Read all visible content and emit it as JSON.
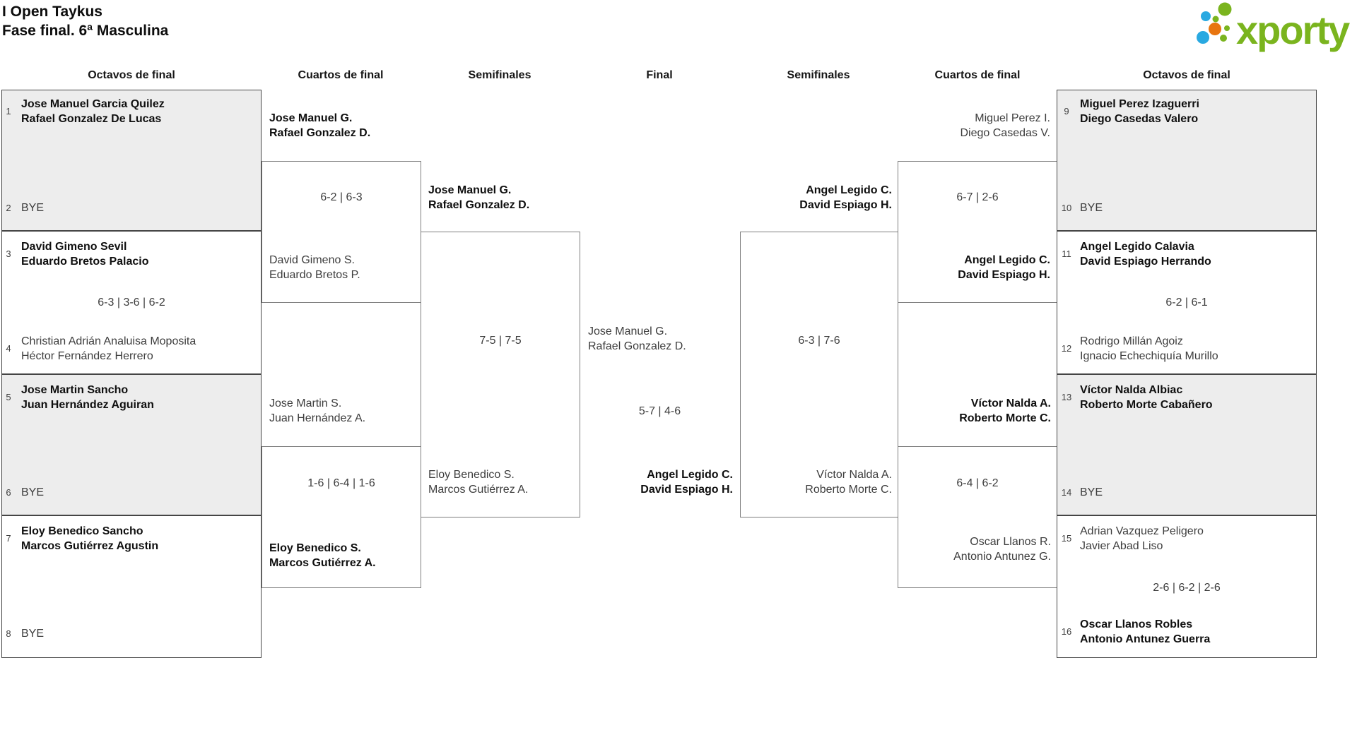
{
  "title": {
    "line1": "I Open Taykus",
    "line2": "Fase final. 6ª Masculina"
  },
  "logo": {
    "text": "xporty",
    "green": "#7AB41E",
    "blue": "#29A9E1",
    "orange": "#E8750F"
  },
  "headers": {
    "r16_left": "Octavos de final",
    "qf_left": "Cuartos de final",
    "sf_left": "Semifinales",
    "final": "Final",
    "sf_right": "Semifinales",
    "qf_right": "Cuartos de final",
    "r16_right": "Octavos de final"
  },
  "r16_left": [
    {
      "seed_top": "1",
      "top1": "Jose Manuel Garcia Quilez",
      "top2": "Rafael Gonzalez De Lucas",
      "seed_bottom": "2",
      "bottom1": "BYE"
    },
    {
      "seed_top": "3",
      "top1": "David Gimeno Sevil",
      "top2": "Eduardo Bretos Palacio",
      "score": "6-3 | 3-6 | 6-2",
      "seed_bottom": "4",
      "bottom1": "Christian Adrián Analuisa Moposita",
      "bottom2": "Héctor Fernández Herrero"
    },
    {
      "seed_top": "5",
      "top1": "Jose Martin Sancho",
      "top2": "Juan Hernández Aguiran",
      "seed_bottom": "6",
      "bottom1": "BYE"
    },
    {
      "seed_top": "7",
      "top1": "Eloy Benedico Sancho",
      "top2": "Marcos Gutiérrez Agustin",
      "seed_bottom": "8",
      "bottom1": "BYE"
    }
  ],
  "qf_left": [
    {
      "top1": "Jose Manuel G.",
      "top2": "Rafael Gonzalez D.",
      "score": "6-2 | 6-3",
      "bottom1": "David Gimeno S.",
      "bottom2": "Eduardo Bretos P."
    },
    {
      "top1": "Jose Martin S.",
      "top2": "Juan Hernández A.",
      "score": "1-6 | 6-4 | 1-6",
      "bottom1": "Eloy Benedico S.",
      "bottom2": "Marcos Gutiérrez A."
    }
  ],
  "sf_left": {
    "top1": "Jose Manuel G.",
    "top2": "Rafael Gonzalez D.",
    "score": "7-5 | 7-5",
    "bottom1": "Eloy Benedico S.",
    "bottom2": "Marcos Gutiérrez A."
  },
  "final": {
    "top1": "Jose Manuel G.",
    "top2": "Rafael Gonzalez D.",
    "score": "5-7 | 4-6",
    "bottom1": "Angel Legido C.",
    "bottom2": "David Espiago H."
  },
  "sf_right": {
    "top1": "Angel Legido C.",
    "top2": "David Espiago H.",
    "score": "6-3 | 7-6",
    "bottom1": "Víctor Nalda A.",
    "bottom2": "Roberto Morte C."
  },
  "qf_right": [
    {
      "top1": "Miguel Perez I.",
      "top2": "Diego Casedas V.",
      "score": "6-7 | 2-6",
      "bottom1": "Angel Legido C.",
      "bottom2": "David Espiago H."
    },
    {
      "top1": "Víctor Nalda A.",
      "top2": "Roberto Morte C.",
      "score": "6-4 | 6-2",
      "bottom1": "Oscar Llanos R.",
      "bottom2": "Antonio Antunez G."
    }
  ],
  "r16_right": [
    {
      "seed_top": "9",
      "top1": "Miguel Perez Izaguerri",
      "top2": "Diego Casedas Valero",
      "seed_bottom": "10",
      "bottom1": "BYE"
    },
    {
      "seed_top": "11",
      "top1": "Angel Legido Calavia",
      "top2": "David Espiago Herrando",
      "score": "6-2 | 6-1",
      "seed_bottom": "12",
      "bottom1": "Rodrigo Millán Agoiz",
      "bottom2": "Ignacio Echechiquía Murillo"
    },
    {
      "seed_top": "13",
      "top1": "Víctor Nalda Albiac",
      "top2": "Roberto Morte Cabañero",
      "seed_bottom": "14",
      "bottom1": "BYE"
    },
    {
      "seed_top": "15",
      "top1": "Adrian Vazquez Peligero",
      "top2": "Javier Abad Liso",
      "score": "2-6 | 6-2 | 2-6",
      "seed_bottom": "16",
      "bottom1": "Oscar Llanos Robles",
      "bottom2": "Antonio Antunez Guerra"
    }
  ]
}
